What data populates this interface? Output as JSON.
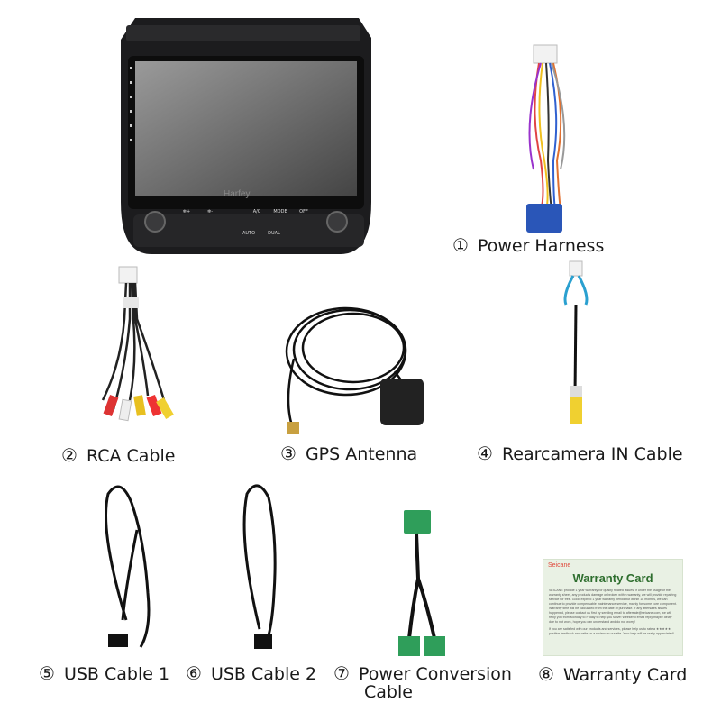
{
  "items": [
    {
      "num": "①",
      "label": "Power Harness"
    },
    {
      "num": "②",
      "label": "RCA Cable"
    },
    {
      "num": "③",
      "label": "GPS Antenna"
    },
    {
      "num": "④",
      "label": "Rearcamera IN Cable"
    },
    {
      "num": "⑤",
      "label": "USB Cable 1"
    },
    {
      "num": "⑥",
      "label": "USB Cable 2"
    },
    {
      "num": "⑦",
      "label_line1": "Power Conversion",
      "label_line2": "Cable"
    },
    {
      "num": "⑧",
      "label": "Warranty Card"
    }
  ],
  "head_unit": {
    "brand": "Harfey",
    "buttons_top": [
      "❄+",
      "❄-",
      "",
      "A/C",
      "MODE",
      "OFF"
    ],
    "buttons_bottom": [
      "",
      "",
      "AUTO",
      "DUAL",
      ""
    ]
  },
  "warranty_card": {
    "brand": "Seicane",
    "title": "Warranty Card",
    "body_1": "SEICANE provide 1 year warranty for quality related issues, if under the usage of the warranty sheet, any products damage or broken within warranty, we will provide repairing service for free. Good expired 1 year warranty period but within 18 months, we can continue to provide compensable maintenance service, mainly for some core component. Warranty time will be calculated from the date of purchase. If any aftersales issues happened, please contact us first by sending email to aftersale@seicane.com, we will reply you from Monday to Friday to help you solve! Weekend email reply maybe delay due to not work, hope you can understand and do not worry!",
    "body_2": "If you are satisfied with our products and services, please help us to rate a ★★★★★ positive feedback and write us a review on our site. Your help will be really appreciated!"
  },
  "colors": {
    "accent_green": "#2e6e2e",
    "brand_red": "#e0473a",
    "connector_blue": "#2a56b8",
    "connector_green": "#2f9e5a"
  }
}
